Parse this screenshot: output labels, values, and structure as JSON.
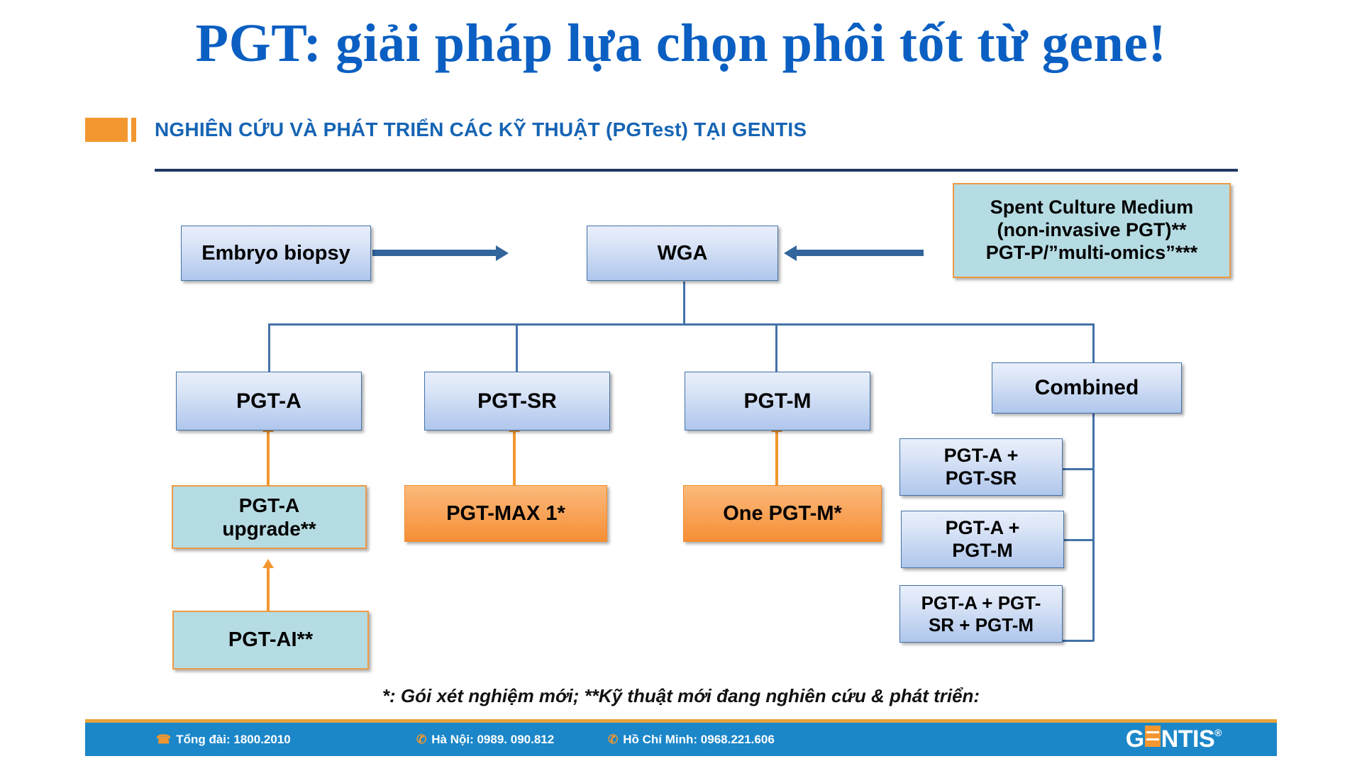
{
  "slide": {
    "title": "PGT: giải pháp lựa chọn phôi tốt từ gene!",
    "subtitle": "NGHIÊN CỨU VÀ PHÁT TRIỂN CÁC KỸ THUẬT (PGTest) TẠI GENTIS",
    "caption": "*: Gói xét nghiệm mới; **Kỹ thuật mới đang nghiên cứu & phát triển:"
  },
  "colors": {
    "title_blue": "#0B5FC2",
    "subtitle_blue": "#1664B4",
    "accent_orange": "#F2972F",
    "divider_navy": "#1F3864",
    "footer_blue": "#1B87C9",
    "box_blue_border": "#4472A8",
    "box_teal_fill": "#B6DCE3",
    "box_orange_fill": "#F68F36"
  },
  "diagram": {
    "nodes": {
      "embryo_biopsy": "Embryo biopsy",
      "wga": "WGA",
      "spent_culture_medium": "Spent Culture Medium\n(non-invasive PGT)**\nPGT-P/”multi-omics”***",
      "spent_line1": "Spent Culture Medium",
      "spent_line2": "(non-invasive PGT)**",
      "spent_line3": "PGT-P/”multi-omics”***",
      "pgt_a": "PGT-A",
      "pgt_sr": "PGT-SR",
      "pgt_m": "PGT-M",
      "combined": "Combined",
      "pgt_a_upgrade_l1": "PGT-A",
      "pgt_a_upgrade_l2": "upgrade**",
      "pgt_max_1": "PGT-MAX 1*",
      "one_pgt_m": "One PGT-M*",
      "pgt_ai": "PGT-AI**",
      "combo_1_l1": "PGT-A +",
      "combo_1_l2": "PGT-SR",
      "combo_2_l1": "PGT-A +",
      "combo_2_l2": "PGT-M",
      "combo_3_l1": "PGT-A + PGT-",
      "combo_3_l2": "SR + PGT-M"
    }
  },
  "footer": {
    "hotline_icon": "☎",
    "hotline": "Tổng đài: 1800.2010",
    "hanoi_icon": "✆",
    "hanoi": "Hà Nội: 0989. 090.812",
    "hcm_icon": "✆",
    "hcm": "Hồ Chí Minh: 0968.221.606",
    "logo_g": "G",
    "logo_rest": "NTIS",
    "logo_reg": "®"
  }
}
